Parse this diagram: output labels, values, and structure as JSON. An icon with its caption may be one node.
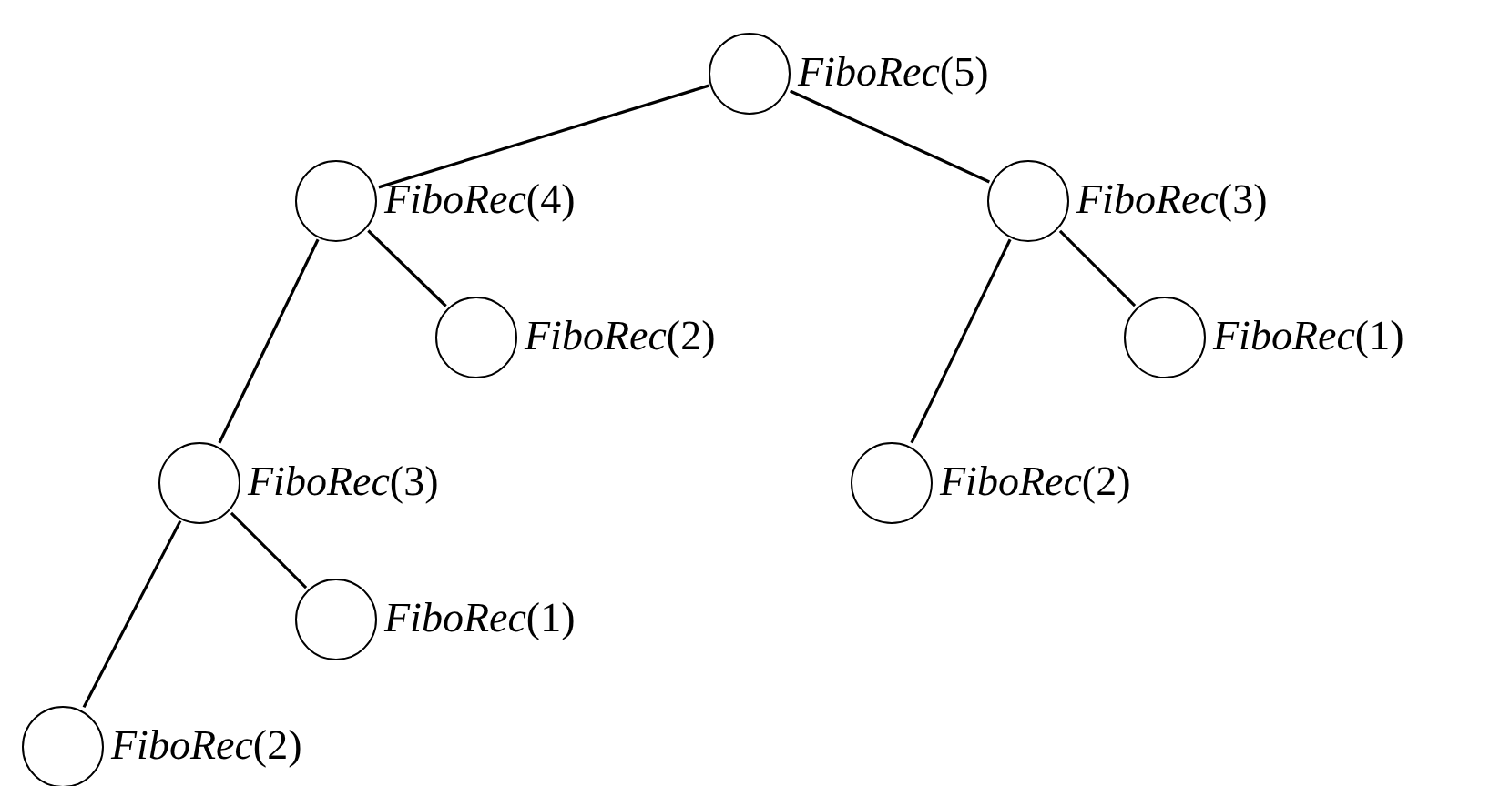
{
  "diagram": {
    "nodes": [
      {
        "text": [
          "*FiboRec*(5)"
        ]
      },
      {
        "text": [
          "*FiboRec*(4)"
        ]
      },
      {
        "text": [
          "*FiboRec*(3)"
        ]
      },
      {
        "text": [
          "*FiboRec*(2)"
        ]
      },
      {
        "text": [
          "*FiboRec*(1)"
        ]
      },
      {
        "text": [
          "*FiboRec*(3)"
        ]
      },
      {
        "text": [
          "*FiboRec*(2)"
        ]
      },
      {
        "text": [
          "*FiboRec*(1)"
        ]
      },
      {
        "text": [
          "*FiboRec*(2)"
        ]
      }
    ],
    "edges": [
      {
        "from": 0,
        "to": 1,
        "arrow": "none"
      },
      {
        "from": 0,
        "to": 2,
        "arrow": "none"
      },
      {
        "from": 1,
        "to": 5,
        "arrow": "none"
      },
      {
        "from": 1,
        "to": 3,
        "arrow": "none"
      },
      {
        "from": 2,
        "to": 6,
        "arrow": "none"
      },
      {
        "from": 2,
        "to": 4,
        "arrow": "none"
      },
      {
        "from": 5,
        "to": 8,
        "arrow": "none"
      },
      {
        "from": 5,
        "to": 7,
        "arrow": "none"
      }
    ]
  }
}
